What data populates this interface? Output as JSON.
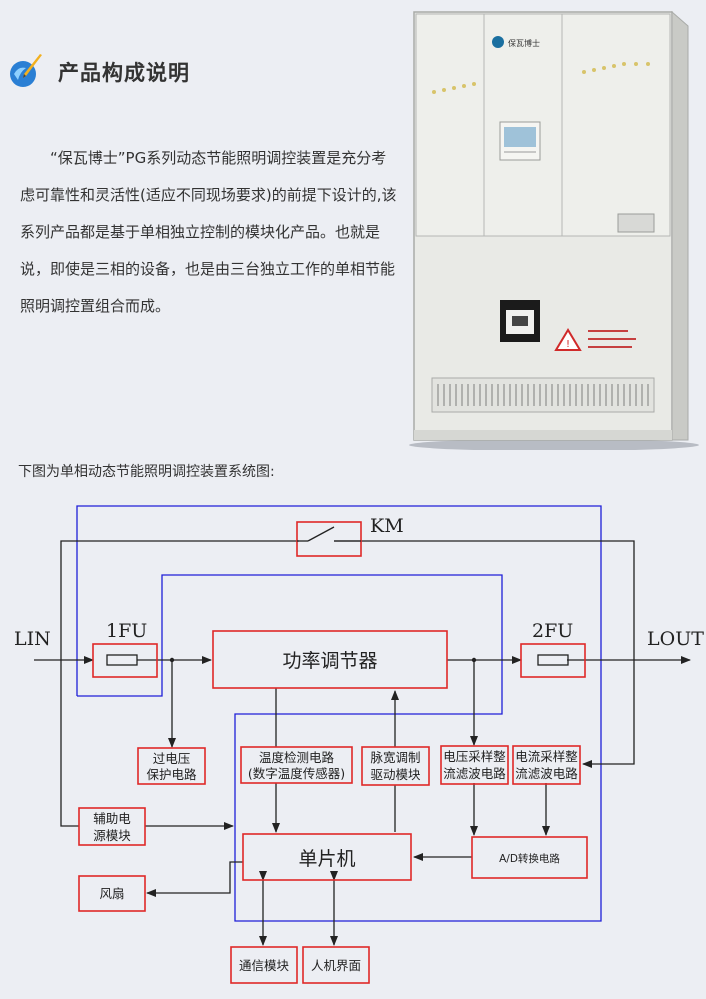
{
  "header": {
    "title": "产品构成说明",
    "icon": "pen-icon"
  },
  "intro": {
    "paragraph": "“保瓦博士”PG系列动态节能照明调控装置是充分考虑可靠性和灵活性(适应不同现场要求)的前提下设计的,该系列产品都是基于单相独立控制的模块化产品。也就是说，即使是三相的设备，也是由三台独立工作的单相节能照明调控置组合而成。"
  },
  "cabinet": {
    "brand_label": "保瓦博士"
  },
  "caption": "下图为单相动态节能照明调控装置系统图:",
  "diagram": {
    "lin": "LIN",
    "lout": "LOUT",
    "km": "KM",
    "fu1": "1FU",
    "fu2": "2FU",
    "power_regulator": "功率调节器",
    "over_voltage": [
      "过电压",
      "保护电路"
    ],
    "temp_detect": [
      "温度检测电路",
      "(数字温度传感器)"
    ],
    "pwm_drive": [
      "脉宽调制",
      "驱动模块"
    ],
    "voltage_sample": [
      "电压采样整",
      "流滤波电路"
    ],
    "current_sample": [
      "电流采样整",
      "流滤波电路"
    ],
    "aux_power": [
      "辅助电",
      "源模块"
    ],
    "mcu": "单片机",
    "ad_convert": "A/D转换电路",
    "fan": "风扇",
    "comm": "通信模块",
    "hmi": "人机界面"
  },
  "colors": {
    "red": "#e02828",
    "blue": "#1f1fd8",
    "line": "#222222"
  }
}
